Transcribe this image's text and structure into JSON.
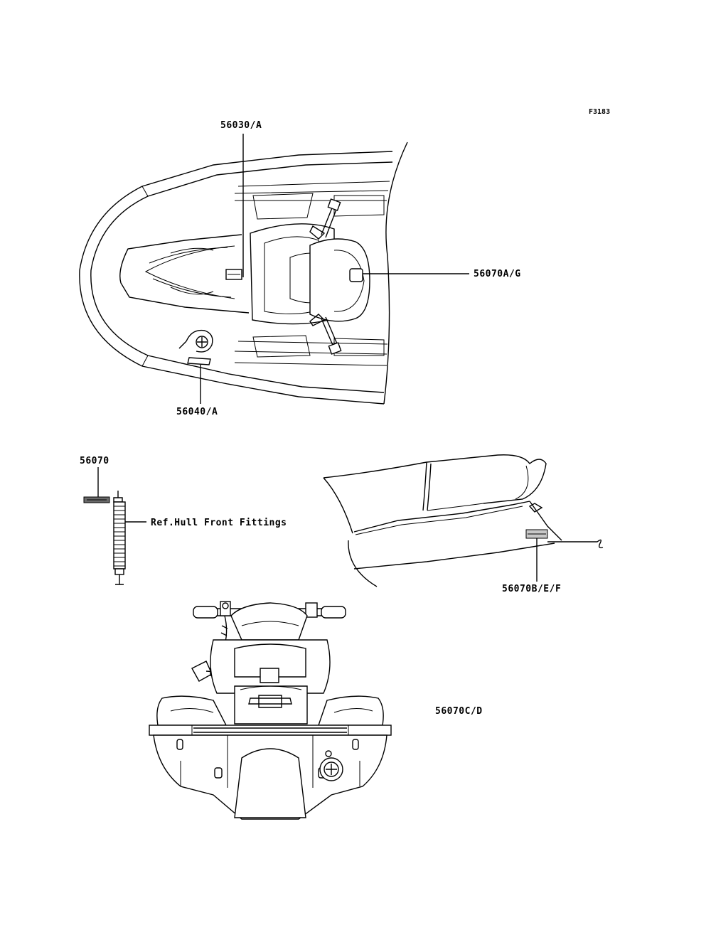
{
  "figure_code": "F3183",
  "callouts": {
    "part_56030a": "56030/A",
    "part_56070ag": "56070A/G",
    "part_56040a": "56040/A",
    "part_56070": "56070",
    "ref_hull": "Ref.Hull Front Fittings",
    "part_56070bef": "56070B/E/F",
    "part_56070cd": "56070C/D"
  }
}
